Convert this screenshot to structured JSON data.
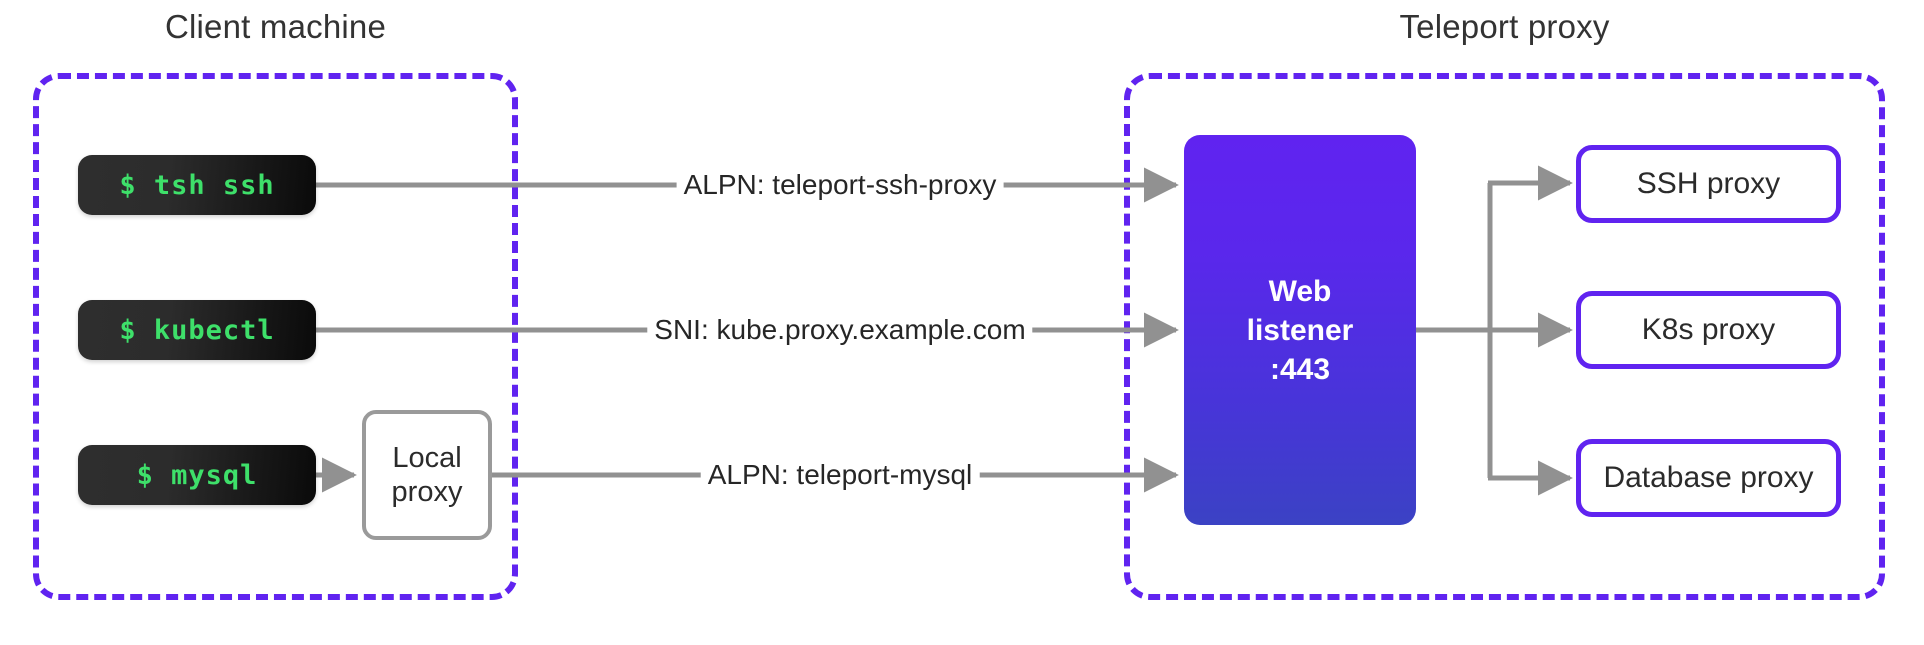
{
  "groups": [
    {
      "title": "Client machine"
    },
    {
      "title": "Teleport proxy"
    }
  ],
  "client": {
    "commands": [
      {
        "label": "$ tsh ssh"
      },
      {
        "label": "$ kubectl"
      },
      {
        "label": "$ mysql"
      }
    ],
    "local_proxy": {
      "line1": "Local",
      "line2": "proxy"
    }
  },
  "edges": [
    {
      "label": "ALPN: teleport-ssh-proxy"
    },
    {
      "label": "SNI: kube.proxy.example.com"
    },
    {
      "label": "ALPN: teleport-mysql"
    }
  ],
  "listener": {
    "line1": "Web",
    "line2": "listener",
    "line3": ":443"
  },
  "proxies": [
    {
      "label": "SSH proxy"
    },
    {
      "label": "K8s proxy"
    },
    {
      "label": "Database proxy"
    }
  ],
  "colors": {
    "accent_purple": "#6023f0",
    "terminal_green": "#3ee06a",
    "wire_gray": "#919191",
    "text_dark": "#2b2b2b"
  }
}
